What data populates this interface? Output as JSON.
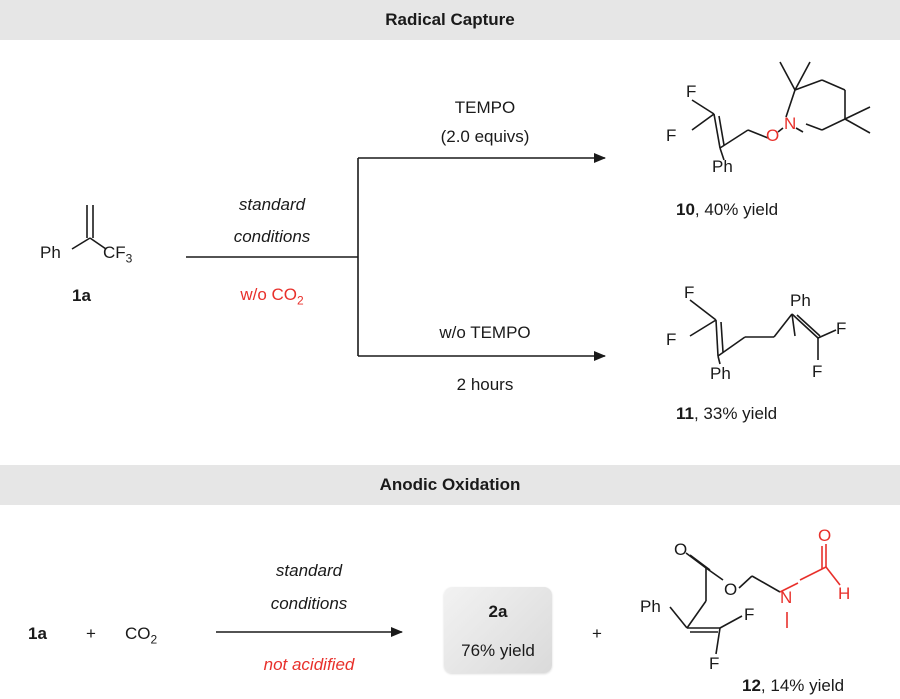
{
  "sections": {
    "radical_capture": "Radical Capture",
    "anodic_oxidation": "Anodic Oxidation"
  },
  "top": {
    "reactant_label": "1a",
    "conditions_line1": "standard",
    "conditions_line2": "conditions",
    "wo_co2_prefix": "w/o CO",
    "wo_co2_sub": "2",
    "upper_branch_line1": "TEMPO",
    "upper_branch_line2": "(2.0 equivs)",
    "lower_branch_line1": "w/o TEMPO",
    "lower_branch_line2": "2 hours",
    "product10_num": "10",
    "product10_yield": ", 40% yield",
    "product11_num": "11",
    "product11_yield": ", 33% yield"
  },
  "bottom": {
    "reactant_label": "1a",
    "plus1": "+",
    "co2_prefix": "CO",
    "co2_sub": "2",
    "conditions_line1": "standard",
    "conditions_line2": "conditions",
    "not_acidified": "not acidified",
    "product2a_num": "2a",
    "product2a_yield": "76% yield",
    "plus2": "+",
    "product12_num": "12",
    "product12_yield": ", 14% yield"
  },
  "atoms": {
    "F": "F",
    "Ph": "Ph",
    "CF": "CF",
    "sub3": "3",
    "O": "O",
    "N": "N",
    "H": "H"
  },
  "colors": {
    "accent_red": "#e8302b",
    "band_gray": "#e6e6e6",
    "ink": "#1a1a1a"
  }
}
